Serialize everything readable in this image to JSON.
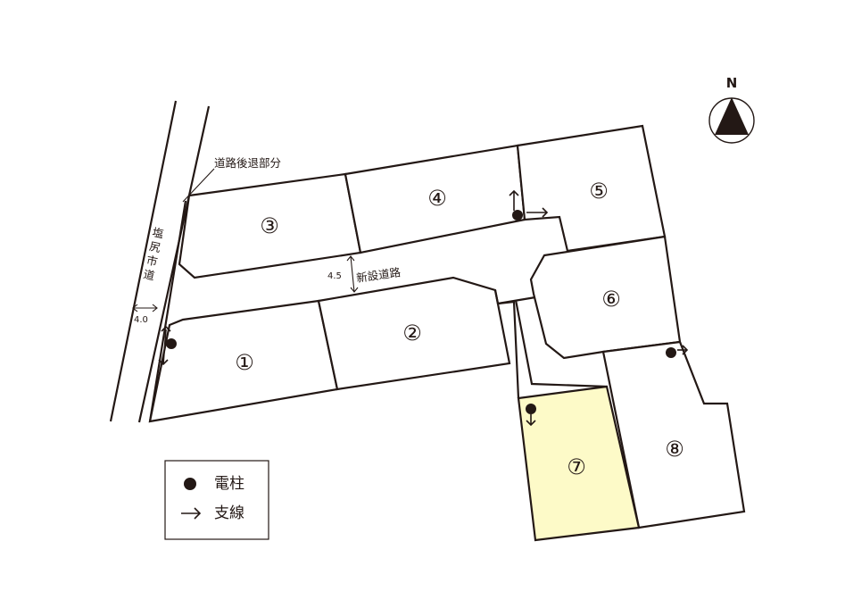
{
  "colors": {
    "line": "#231815",
    "highlight_lot": "#fdfac8",
    "background": "#ffffff"
  },
  "compass": {
    "label": "N"
  },
  "roads": {
    "city_road_name": "塩尻市道",
    "city_road_width": "4.0",
    "new_road_name": "新設道路",
    "new_road_width": "4.5",
    "setback_label": "道路後退部分"
  },
  "lots": [
    {
      "id": "lot-1",
      "label": "①",
      "highlighted": false
    },
    {
      "id": "lot-2",
      "label": "②",
      "highlighted": false
    },
    {
      "id": "lot-3",
      "label": "③",
      "highlighted": false
    },
    {
      "id": "lot-4",
      "label": "④",
      "highlighted": false
    },
    {
      "id": "lot-5",
      "label": "⑤",
      "highlighted": false
    },
    {
      "id": "lot-6",
      "label": "⑥",
      "highlighted": false
    },
    {
      "id": "lot-7",
      "label": "⑦",
      "highlighted": true
    },
    {
      "id": "lot-8",
      "label": "⑧",
      "highlighted": false
    }
  ],
  "legend": {
    "pole_label": "電柱",
    "guy_wire_label": "支線"
  }
}
